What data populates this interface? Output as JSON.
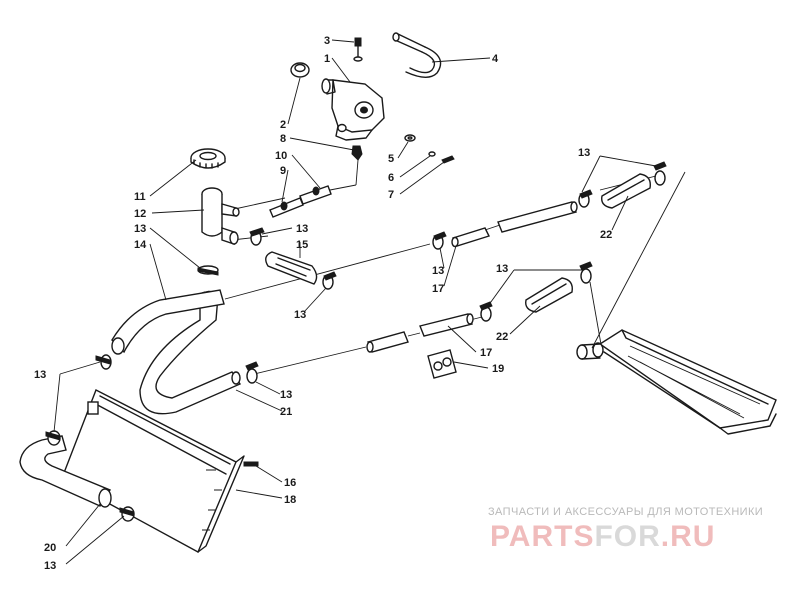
{
  "callouts": {
    "c1": "1",
    "c2": "2",
    "c3": "3",
    "c4": "4",
    "c5": "5",
    "c6": "6",
    "c7": "7",
    "c8": "8",
    "c9": "9",
    "c10": "10",
    "c11": "11",
    "c12": "12",
    "c13a": "13",
    "c13b": "13",
    "c13c": "13",
    "c13d": "13",
    "c13e": "13",
    "c13f": "13",
    "c13g": "13",
    "c13h": "13",
    "c13i": "13",
    "c14": "14",
    "c15": "15",
    "c16": "16",
    "c17a": "17",
    "c17b": "17",
    "c18": "18",
    "c19": "19",
    "c20": "20",
    "c21": "21",
    "c22a": "22",
    "c22b": "22"
  },
  "watermark": {
    "tagline": "ЗАПЧАСТИ И АКСЕССУАРЫ ДЛЯ МОТОТЕХНИКИ",
    "logo_part_a": "PARTS",
    "logo_part_b": "FOR",
    "logo_part_c": ".RU"
  }
}
